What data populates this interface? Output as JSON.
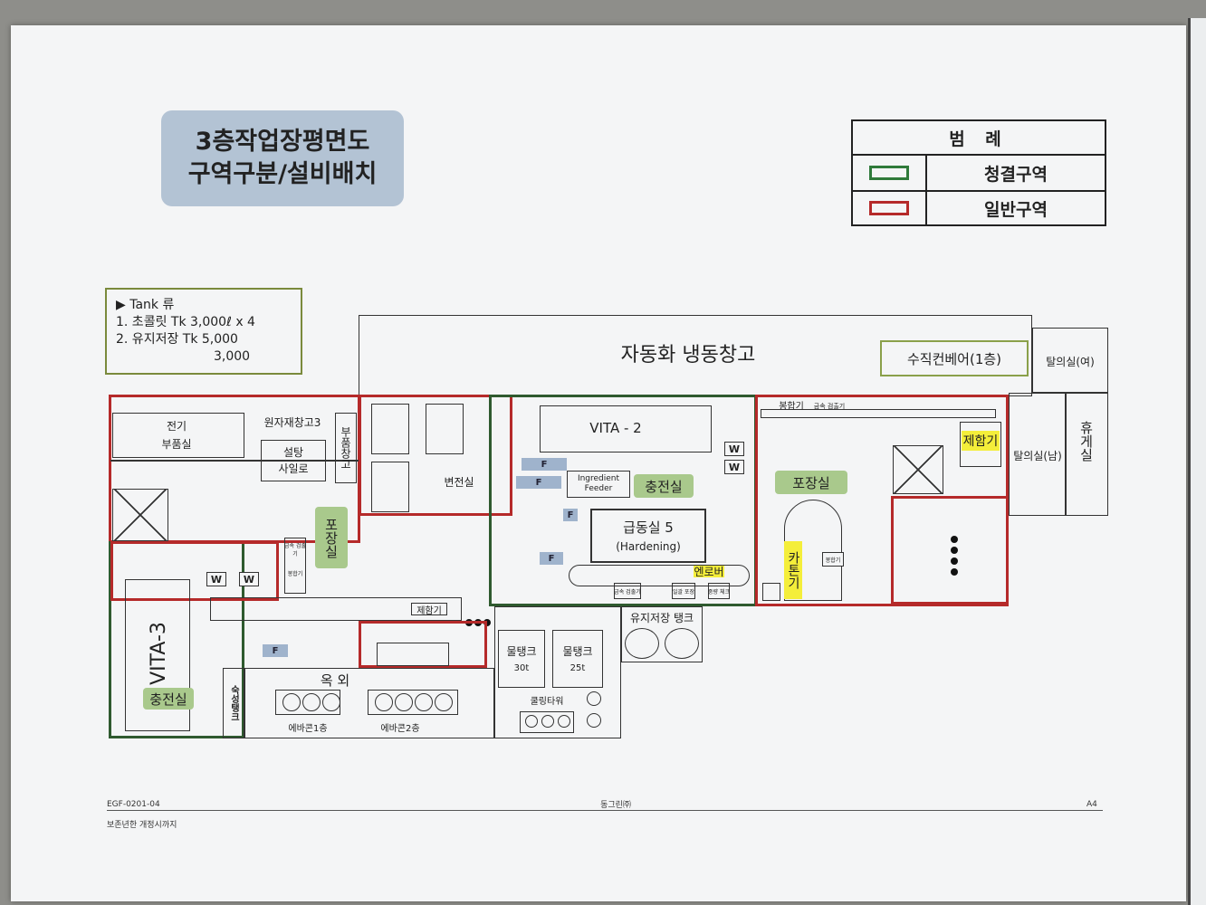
{
  "title": {
    "line1": "3층작업장평면도",
    "line2": "구역구분/설비배치"
  },
  "legend": {
    "title": "범 례",
    "rows": [
      {
        "label": "청결구역",
        "color": "#2f7a3a"
      },
      {
        "label": "일반구역",
        "color": "#b52a2a"
      }
    ]
  },
  "tank_list": {
    "header": "▶ Tank 류",
    "item1": "1. 초콜릿 Tk 3,000ℓ x 4",
    "item2": "2. 유지저장 Tk 5,000",
    "item3": "3,000"
  },
  "rooms": {
    "frozen_warehouse": "자동화 냉동창고",
    "vertical_conveyor": "수직컨베어(1층)",
    "locker_female": "탈의실(여)",
    "locker_male": "탈의실(남)",
    "lounge": "휴게실",
    "electric_parts": "전기",
    "electric_parts2": "부품실",
    "raw_storage": "원자재창고3",
    "parts_storage": "부품창고",
    "sugar_mill": "설탕",
    "sugar_mill2": "사일로",
    "substation": "변전실",
    "packing_left": "포장실",
    "vita2": "VITA  - 2",
    "ingredient_feeder": "Ingredient Feeder",
    "filling_center": "충전실",
    "hardening_name": "급동실 5",
    "hardening_sub": "(Hardening)",
    "enrober": "엔로버",
    "packing_right": "포장실",
    "carton": "카톤기",
    "boxing": "제함기",
    "boxing_small": "제함기",
    "vita3": "VITA-3",
    "filling_left": "충전실",
    "aging_tank": "숙성탱크",
    "outdoor": "옥 외",
    "evacon1": "에바콘1층",
    "evacon2": "에바콘2층",
    "water_tank1": "물탱크",
    "water_tank1_size": "30t",
    "water_tank2": "물탱크",
    "water_tank2_size": "25t",
    "cooling_tower": "쿨링타워",
    "fat_tank": "유지저장 탱크"
  },
  "small_labels": {
    "metal_detector_a": "금속 검출기",
    "metal_detector_b": "금속 검출기",
    "metal_detector_c": "금속 검출기",
    "sealer_a": "봉합기",
    "sealer_b": "봉합기",
    "sealer_c": "봉합기",
    "bulk_pack": "일괄 포장",
    "weight_check": "중량 체크",
    "w": "W",
    "f": "F"
  },
  "footer": {
    "doc_code": "EGF-0201-04",
    "company": "동그린㈜",
    "size": "A4",
    "retention": "보존년한 개정시까지"
  }
}
